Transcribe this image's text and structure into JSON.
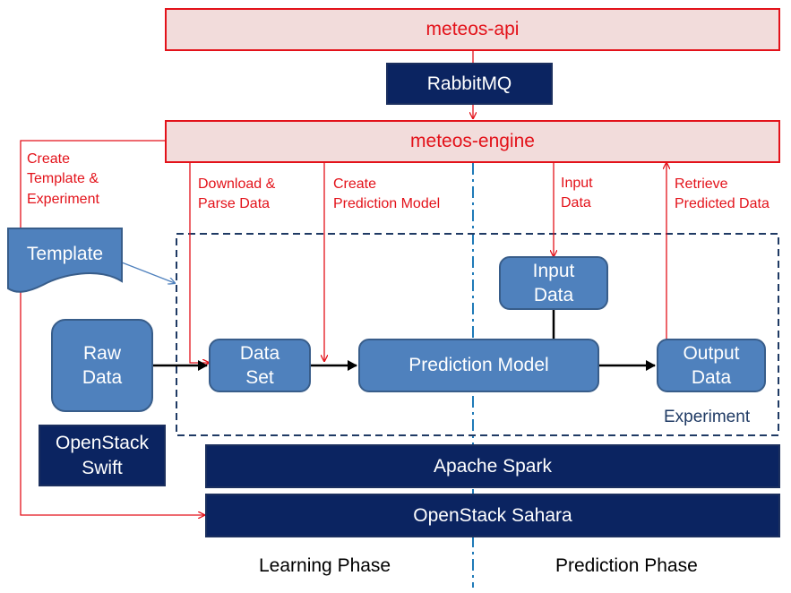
{
  "nodes": {
    "meteos_api": "meteos-api",
    "rabbitmq": "RabbitMQ",
    "meteos_engine": "meteos-engine",
    "template": "Template",
    "input_data": "Input\nData",
    "raw_data": "Raw\nData",
    "data_set": "Data\nSet",
    "prediction_model": "Prediction Model",
    "output_data": "Output\nData",
    "openstack_swift": "OpenStack\nSwift",
    "apache_spark": "Apache Spark",
    "openstack_sahara": "OpenStack Sahara"
  },
  "edge_labels": {
    "create_template": "Create\nTemplate &\nExperiment",
    "download_parse": "Download &\nParse Data",
    "create_prediction_model": "Create\nPrediction Model",
    "input_data": "Input\nData",
    "retrieve_predicted": "Retrieve\nPredicted Data"
  },
  "experiment_label": "Experiment",
  "phases": {
    "learning": "Learning Phase",
    "prediction": "Prediction Phase"
  },
  "colors": {
    "red": "#e3121a",
    "pink_fill": "#f2dcdb",
    "navy": "#0b2461",
    "node_blue": "#4f81bd",
    "node_border": "#385d8a",
    "dashed_border": "#1f3a64"
  }
}
